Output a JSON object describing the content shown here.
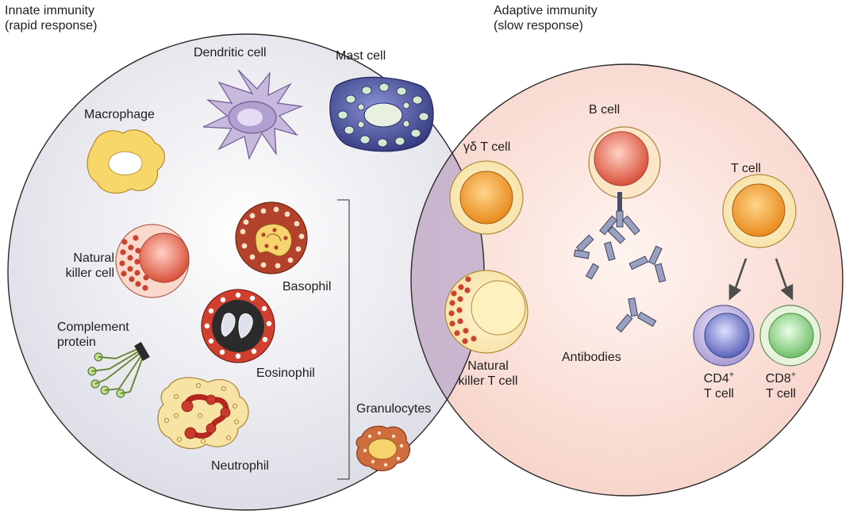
{
  "innate": {
    "title_line1": "Innate immunity",
    "title_line2": "(rapid response)"
  },
  "adaptive": {
    "title_line1": "Adaptive immunity",
    "title_line2": "(slow response)"
  },
  "labels": {
    "dendritic": "Dendritic cell",
    "mast": "Mast cell",
    "macrophage": "Macrophage",
    "basophil": "Basophil",
    "nk_line1": "Natural",
    "nk_line2": "killer cell",
    "complement_line1": "Complement",
    "complement_line2": "protein",
    "eosinophil": "Eosinophil",
    "neutrophil": "Neutrophil",
    "granulocytes": "Granulocytes",
    "gd_t_cell": "γδ T cell",
    "nkt_line1": "Natural",
    "nkt_line2": "killer T cell",
    "b_cell": "B cell",
    "antibodies": "Antibodies",
    "t_cell": "T cell",
    "cd4_base": "CD4",
    "cd4_sup": "+",
    "cd4_line2": "T cell",
    "cd8_base": "CD8",
    "cd8_sup": "+",
    "cd8_line2": "T cell"
  },
  "colors": {
    "innate_fill": "#e6e6ee",
    "adaptive_fill": "#f9ddd6",
    "overlap_fill": "#c6b8d2",
    "outline": "#2b2b2b"
  }
}
